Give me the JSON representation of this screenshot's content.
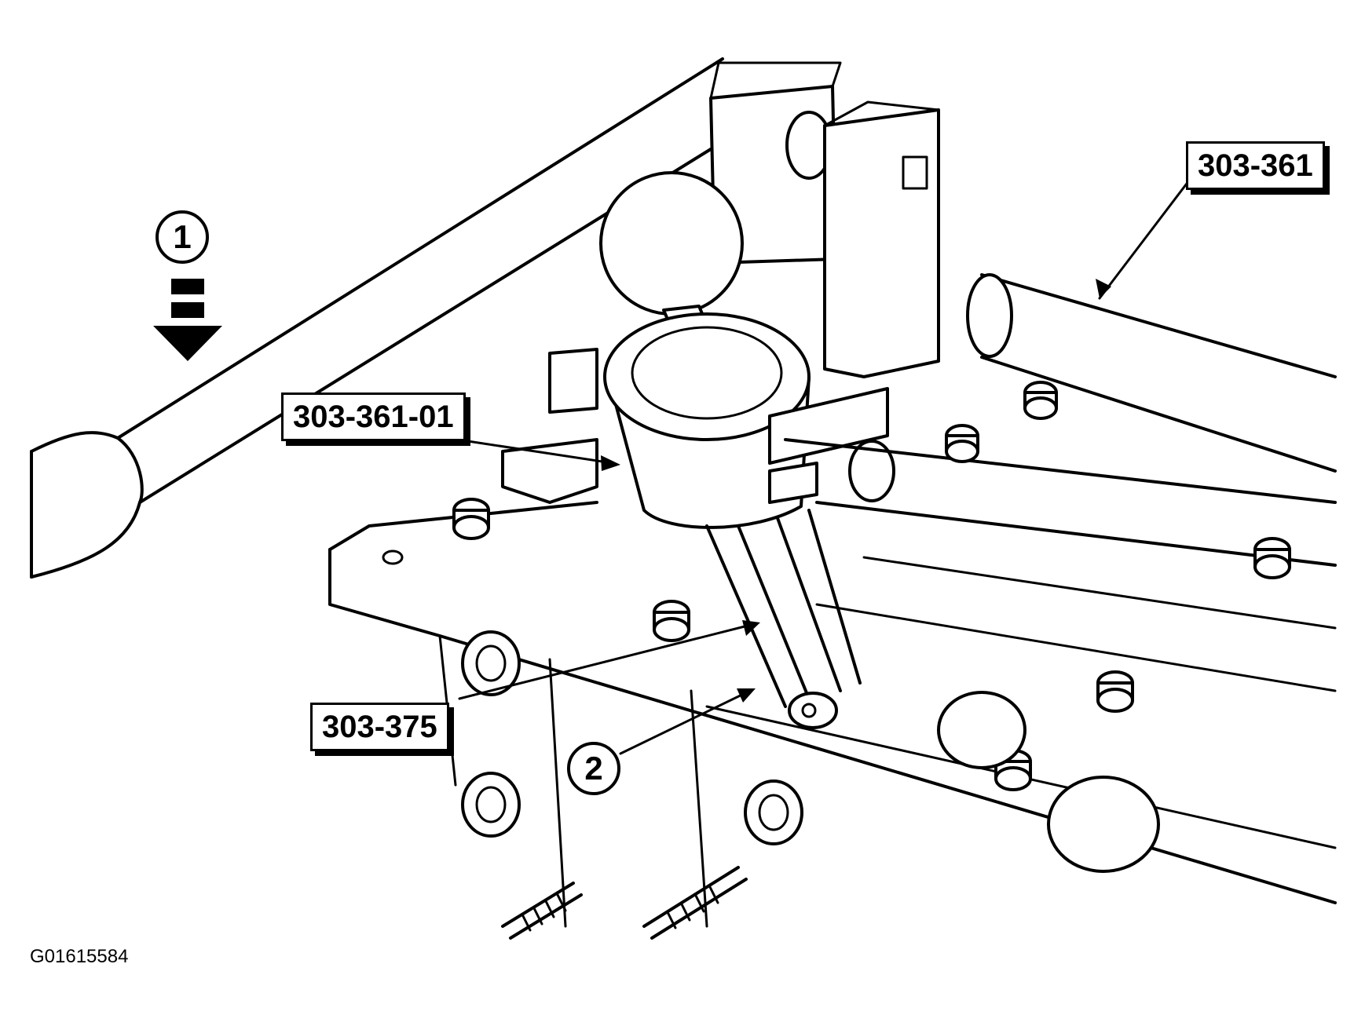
{
  "labels": {
    "tool_main": "303-361",
    "tool_adapter": "303-361-01",
    "tool_spring": "303-375"
  },
  "steps": {
    "step1": "1",
    "step2": "2"
  },
  "figure_id": "G01615584"
}
